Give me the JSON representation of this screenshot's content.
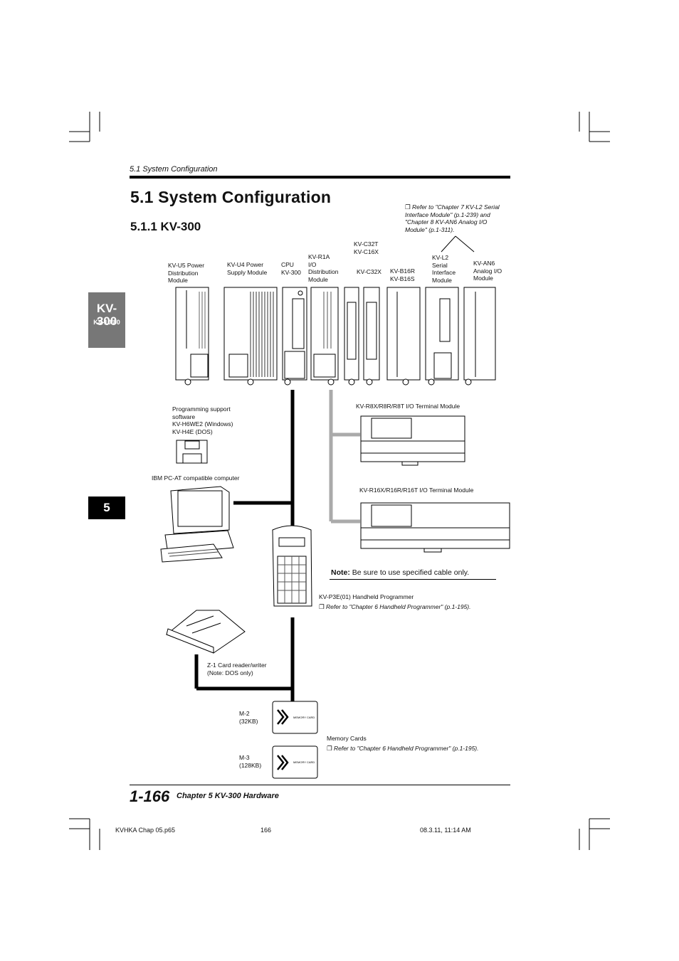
{
  "header": {
    "section_label": "5.1  System Configuration"
  },
  "section_title": "5.1    System Configuration",
  "subsection_title": "5.1.1    KV-300",
  "side_tab": {
    "main": "KV-300",
    "sub": "KV-10/80"
  },
  "chapter_tab": "5",
  "reference_note": "❐ Refer to \"Chapter 7 KV-L2 Serial\nInterface Module\" (p.1-239) and\n\"Chapter 8 KV-AN6 Analog I/O\nModule\" (p.1-311).",
  "modules": [
    {
      "label": "KV-U5 Power\nDistribution\nModule"
    },
    {
      "label": "KV-U4 Power\nSupply Module"
    },
    {
      "label": "CPU\nKV-300"
    },
    {
      "label": "KV-R1A\nI/O\nDistribution\nModule"
    },
    {
      "label": "KV-C32T\nKV-C16X"
    },
    {
      "label": "KV-C32X"
    },
    {
      "label": "KV-B16R\nKV-B16S"
    },
    {
      "label": "KV-L2\nSerial\nInterface\nModule"
    },
    {
      "label": "KV-AN6\nAnalog I/O\nModule"
    }
  ],
  "software": {
    "label": "Programming support\nsoftware\nKV-H6WE2 (Windows)\nKV-H4E (DOS)"
  },
  "computer": {
    "label": "IBM PC-AT compatible computer"
  },
  "terminal_8": {
    "label": "KV-R8X/R8R/R8T I/O Terminal Module"
  },
  "terminal_16": {
    "label": "KV-R16X/R16R/R16T I/O Terminal Module"
  },
  "note": {
    "bold": "Note:",
    "text": " Be sure to use specified cable only."
  },
  "handheld": {
    "label": "KV-P3E(01) Handheld Programmer",
    "ref": "❐ Refer to \"Chapter 6 Handheld Programmer\" (p.1-195)."
  },
  "card_reader": {
    "label": "Z-1 Card reader/writer\n(Note: DOS only)"
  },
  "memory_cards": {
    "m2": "M-2\n(32KB)",
    "m3": "M-3\n(128KB)",
    "label": "Memory Cards",
    "ref": "❐ Refer to \"Chapter 6 Handheld Programmer\" (p.1-195).",
    "card_text": "MEMORY CARD"
  },
  "footer": {
    "page_number": "1-166",
    "chapter": "Chapter 5   KV-300 Hardware",
    "file": "KVHKA Chap 05.p65",
    "page": "166",
    "timestamp": "08.3.11, 11:14 AM"
  }
}
